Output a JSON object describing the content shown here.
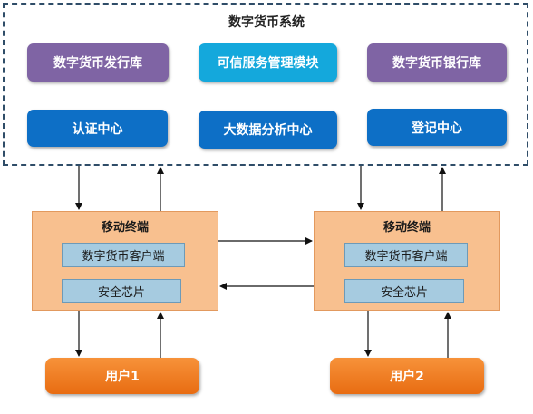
{
  "system": {
    "title": "数字货币系统",
    "modules": {
      "issuance_db": "数字货币发行库",
      "trusted_service": "可信服务管理模块",
      "bank_db": "数字货币银行库",
      "auth_center": "认证中心",
      "bigdata_center": "大数据分析中心",
      "registry_center": "登记中心"
    }
  },
  "terminals": [
    {
      "title": "移动终端",
      "client": "数字货币客户端",
      "chip": "安全芯片"
    },
    {
      "title": "移动终端",
      "client": "数字货币客户端",
      "chip": "安全芯片"
    }
  ],
  "users": [
    "用户1",
    "用户2"
  ],
  "colors": {
    "module_purple": "#7f64a4",
    "module_cyan": "#14a8dc",
    "module_blue": "#0d6fc6",
    "terminal_fill": "#f8c08f",
    "inner_fill": "#a6cbe0",
    "user_orange": "#f0801f",
    "dashed_border": "#2f4d68"
  }
}
